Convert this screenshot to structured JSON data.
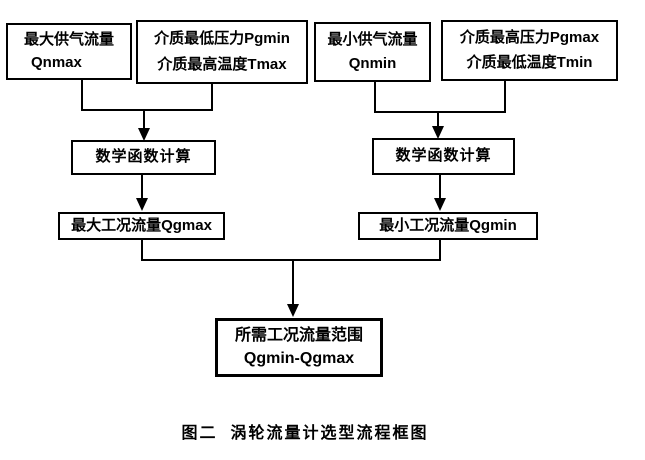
{
  "diagram": {
    "nodes": {
      "qnmax": {
        "line1": "最大供气流量",
        "line2": "Qnmax"
      },
      "pgmin_tmax": {
        "line1": "介质最低压力Pgmin",
        "line2": "介质最高温度Tmax"
      },
      "qnmin": {
        "line1": "最小供气流量",
        "line2": "Qnmin"
      },
      "pgmax_tmin": {
        "line1": "介质最高压力Pgmax",
        "line2": "介质最低温度Tmin"
      },
      "calc_left": {
        "label": "数学函数计算"
      },
      "calc_right": {
        "label": "数学函数计算"
      },
      "qgmax": {
        "label": "最大工况流量Qgmax"
      },
      "qgmin": {
        "label": "最小工况流量Qgmin"
      },
      "result": {
        "line1": "所需工况流量范围",
        "line2": "Qgmin-Qgmax"
      }
    },
    "caption": "图二  涡轮流量计选型流程框图",
    "colors": {
      "line": "#000000",
      "background": "#ffffff",
      "text": "#000000"
    }
  }
}
